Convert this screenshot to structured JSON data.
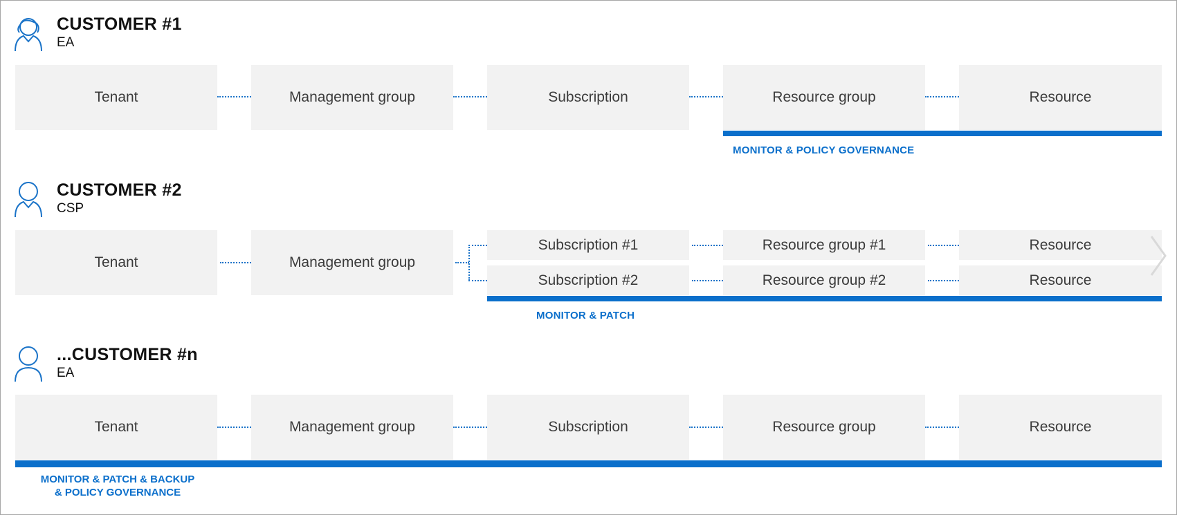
{
  "customers": [
    {
      "title": "CUSTOMER #1",
      "subtitle": "EA",
      "icon": "woman-user-icon",
      "boxes": [
        "Tenant",
        "Management group",
        "Subscription",
        "Resource group",
        "Resource"
      ],
      "caption": "MONITOR & POLICY GOVERNANCE"
    },
    {
      "title": "CUSTOMER #2",
      "subtitle": "CSP",
      "icon": "man-user-icon",
      "boxes": [
        "Tenant",
        "Management group"
      ],
      "branches": [
        [
          "Subscription #1",
          "Resource group #1",
          "Resource"
        ],
        [
          "Subscription #2",
          "Resource group #2",
          "Resource"
        ]
      ],
      "caption": "MONITOR & PATCH"
    },
    {
      "title": "...CUSTOMER #n",
      "subtitle": "EA",
      "icon": "user-icon",
      "boxes": [
        "Tenant",
        "Management group",
        "Subscription",
        "Resource group",
        "Resource"
      ],
      "caption_lines": [
        "MONITOR & PATCH & BACKUP",
        "& POLICY GOVERNANCE"
      ]
    }
  ],
  "colors": {
    "accent": "#0b6fcb",
    "box": "#f2f2f2",
    "chevron": "#d9d9d9"
  }
}
